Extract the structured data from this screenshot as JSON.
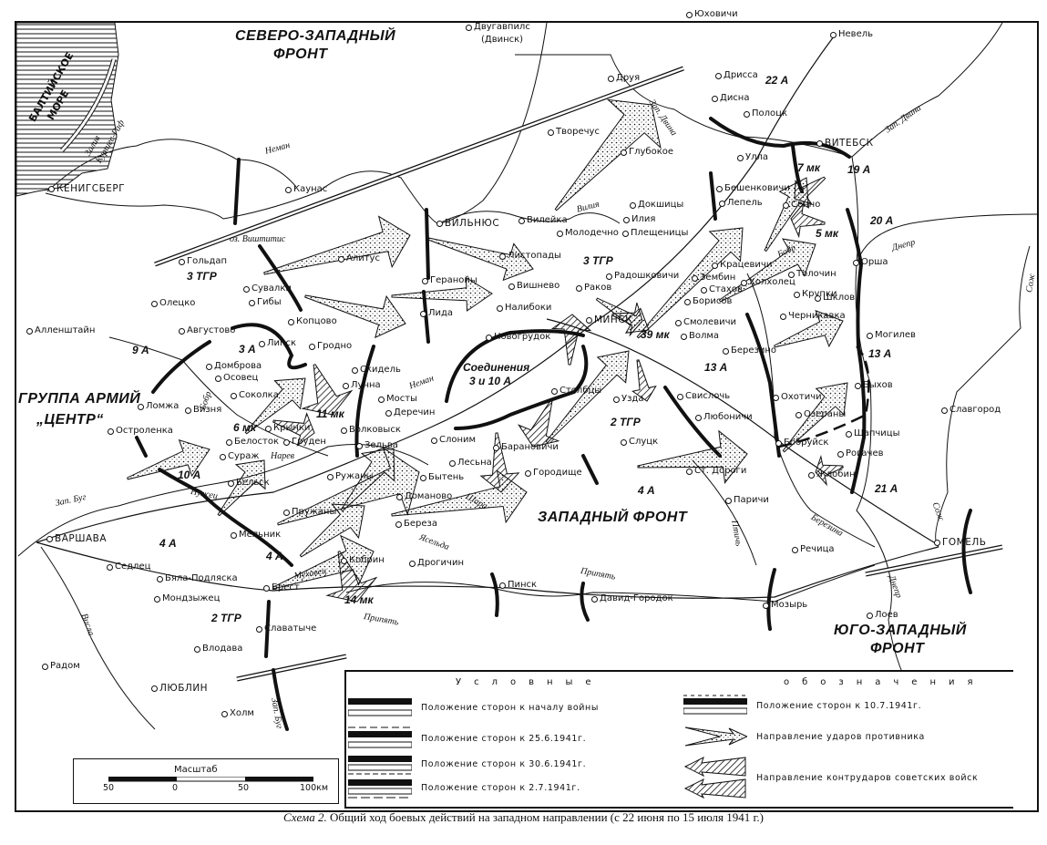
{
  "fronts": {
    "northwest": [
      "СЕВЕРО-ЗАПАДНЫЙ",
      "ФРОНТ"
    ],
    "west": "ЗАПАДНЫЙ ФРОНТ",
    "southwest": [
      "ЮГО-ЗАПАДНЫЙ",
      "ФРОНТ"
    ],
    "army_group": [
      "ГРУППА АРМИЙ",
      "„ЦЕНТР“"
    ]
  },
  "sea": {
    "baltic": [
      "БАЛТИЙСКОЕ",
      "МОРЕ"
    ],
    "lagoon": [
      "Залив",
      "Куршес-Гаф"
    ]
  },
  "places": [
    "КЕНИГСБЕРГ",
    "Каунас",
    "ВИЛЬНЮС",
    "Двугавпилс",
    "(Двинск)",
    "Друя",
    "Юховичи",
    "Невель",
    "Дрисса",
    "Дисна",
    "Полоцк",
    "Творечус",
    "Глубокое",
    "Докшицы",
    "Улла",
    "ВИТЕБСК",
    "Бешенковичи",
    "Лепель",
    "Сенно",
    "Гольдап",
    "Сувалки",
    "Гибы",
    "Олецко",
    "Алитус",
    "Копцово",
    "Августово",
    "Алленштайн",
    "Липск",
    "Гродно",
    "Домброва",
    "Осовец",
    "Скидель",
    "Лунна",
    "Соколка",
    "Мосты",
    "Ломжа",
    "Визня",
    "Крынки",
    "Деречин",
    "Остроленка",
    "Волковыск",
    "Груден",
    "Белосток",
    "Зельва",
    "Сураж",
    "Слоним",
    "Ружаны",
    "Бытень",
    "Лесьна",
    "Бельск",
    "Доманово",
    "Пружаны",
    "Береза",
    "ВАРШАВА",
    "Мельник",
    "Седлец",
    "Кобрин",
    "Дрогичин",
    "Бяла-Подляска",
    "Брест",
    "Мондзыжец",
    "Славатыче",
    "Влодава",
    "Радом",
    "ЛЮБЛИН",
    "Холм",
    "Вилейка",
    "Илия",
    "Плещеницы",
    "Молодечно",
    "Листопады",
    "Геранойы",
    "Вишнево",
    "Радошковичи",
    "Раков",
    "Налибоки",
    "МИНСК",
    "Лида",
    "Новогрудок",
    "Столбцы",
    "Узда",
    "Волма",
    "Смолевичи",
    "Березино",
    "Борисов",
    "Стахов",
    "Зембин",
    "Крацевичи",
    "Холхолец",
    "Крупки",
    "Толочин",
    "Черникавка",
    "Орша",
    "Шклов",
    "Могилев",
    "Барановичи",
    "Городище",
    "Слуцк",
    "Ст. Дороги",
    "Свислочь",
    "Любоничи",
    "Охотичи",
    "Озераны",
    "Быхов",
    "Славгород",
    "Шапчицы",
    "Бобруйск",
    "Рогачев",
    "Жлобин",
    "Паричи",
    "Речица",
    "ГОМЕЛЬ",
    "Пинск",
    "Давид-Городок",
    "Мозырь",
    "Лоев"
  ],
  "units": [
    "3 ТГР",
    "9 А",
    "3 А",
    "11 мк",
    "6 мк",
    "10 А",
    "4 А",
    "4 А",
    "14 мк",
    "2 ТГР",
    "3 ТГР",
    "39 мк",
    "Соединения",
    "3 и 10 А",
    "13 А",
    "13 А",
    "2 ТГР",
    "4 А",
    "22 А",
    "19 А",
    "7 мк",
    "20 А",
    "5 мк",
    "21 А"
  ],
  "rivers": [
    "Неман",
    "оз. Виштитис",
    "Неман",
    "Бобр",
    "Нарев",
    "Зап. Буг",
    "Нужец",
    "Шара",
    "Ясельда",
    "Мухавец",
    "Припять",
    "Зап. Буг",
    "Вилия",
    "Зап. Двина",
    "Зап. Двина",
    "Бобр",
    "Днепр",
    "Сож",
    "Березина",
    "Птичь",
    "Припять",
    "Днепр",
    "Сож",
    "Висла"
  ],
  "legend": {
    "title_left": "Условные",
    "title_right": "обозначения",
    "items": [
      "Положение сторон к началу войны",
      "Положение сторон к 25.6.1941г.",
      "Положение сторон к 30.6.1941г.",
      "Положение сторон к 2.7.1941г.",
      "Положение сторон к 10.7.1941г.",
      "Направление ударов противника",
      "Направление контрударов советских войск"
    ]
  },
  "scale": {
    "title": "Масштаб",
    "ticks": [
      "50",
      "0",
      "50",
      "100км"
    ]
  },
  "caption": {
    "prefix": "Схема 2.",
    "text": "Общий ход боевых действий на западном направлении (с 22 июня по 15 июля 1941 г.)"
  }
}
